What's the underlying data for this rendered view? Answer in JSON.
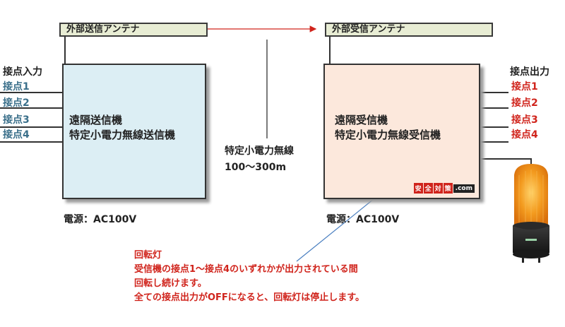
{
  "transmitter": {
    "antenna_label": "外部送信アンテナ",
    "title": "遠隔送信機",
    "model": "特定小電力無線送信機",
    "power": "電源：AC100V",
    "box_color": "#dceef4"
  },
  "receiver": {
    "antenna_label": "外部受信アンテナ",
    "title": "遠隔受信機",
    "model": "特定小電力無線受信機",
    "power": "電源：AC100V",
    "box_color": "#fce8dc",
    "badge": {
      "parts": [
        "安",
        "全",
        "対",
        "策"
      ],
      "suffix": ".com"
    }
  },
  "link": {
    "label": "特定小電力無線",
    "range": "100～300m"
  },
  "input_contacts": {
    "header": "接点入力",
    "items": [
      "接点1",
      "接点2",
      "接点3",
      "接点4"
    ]
  },
  "output_contacts": {
    "header": "接点出力",
    "items": [
      "接点1",
      "接点2",
      "接点3",
      "接点4"
    ]
  },
  "note": {
    "title": "回転灯",
    "lines": [
      "受信機の接点1～接点4のいずれかが出力されている間",
      "回転し続けます。",
      "全ての接点出力がOFFになると、回転灯は停止します。"
    ]
  },
  "colors": {
    "accent_red": "#d0241c",
    "contact_blue": "#3a6f8a",
    "arrow_blue": "#4a7fc0"
  },
  "icons": [
    "rotating-lamp-icon"
  ]
}
